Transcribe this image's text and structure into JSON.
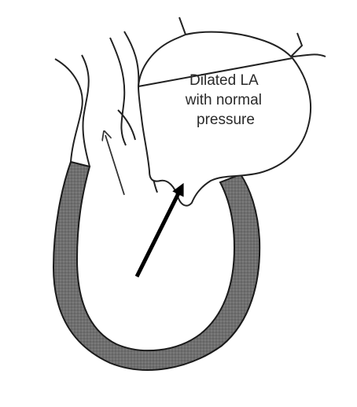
{
  "diagram": {
    "label_lines": [
      "Dilated LA",
      "with normal",
      "pressure"
    ]
  }
}
